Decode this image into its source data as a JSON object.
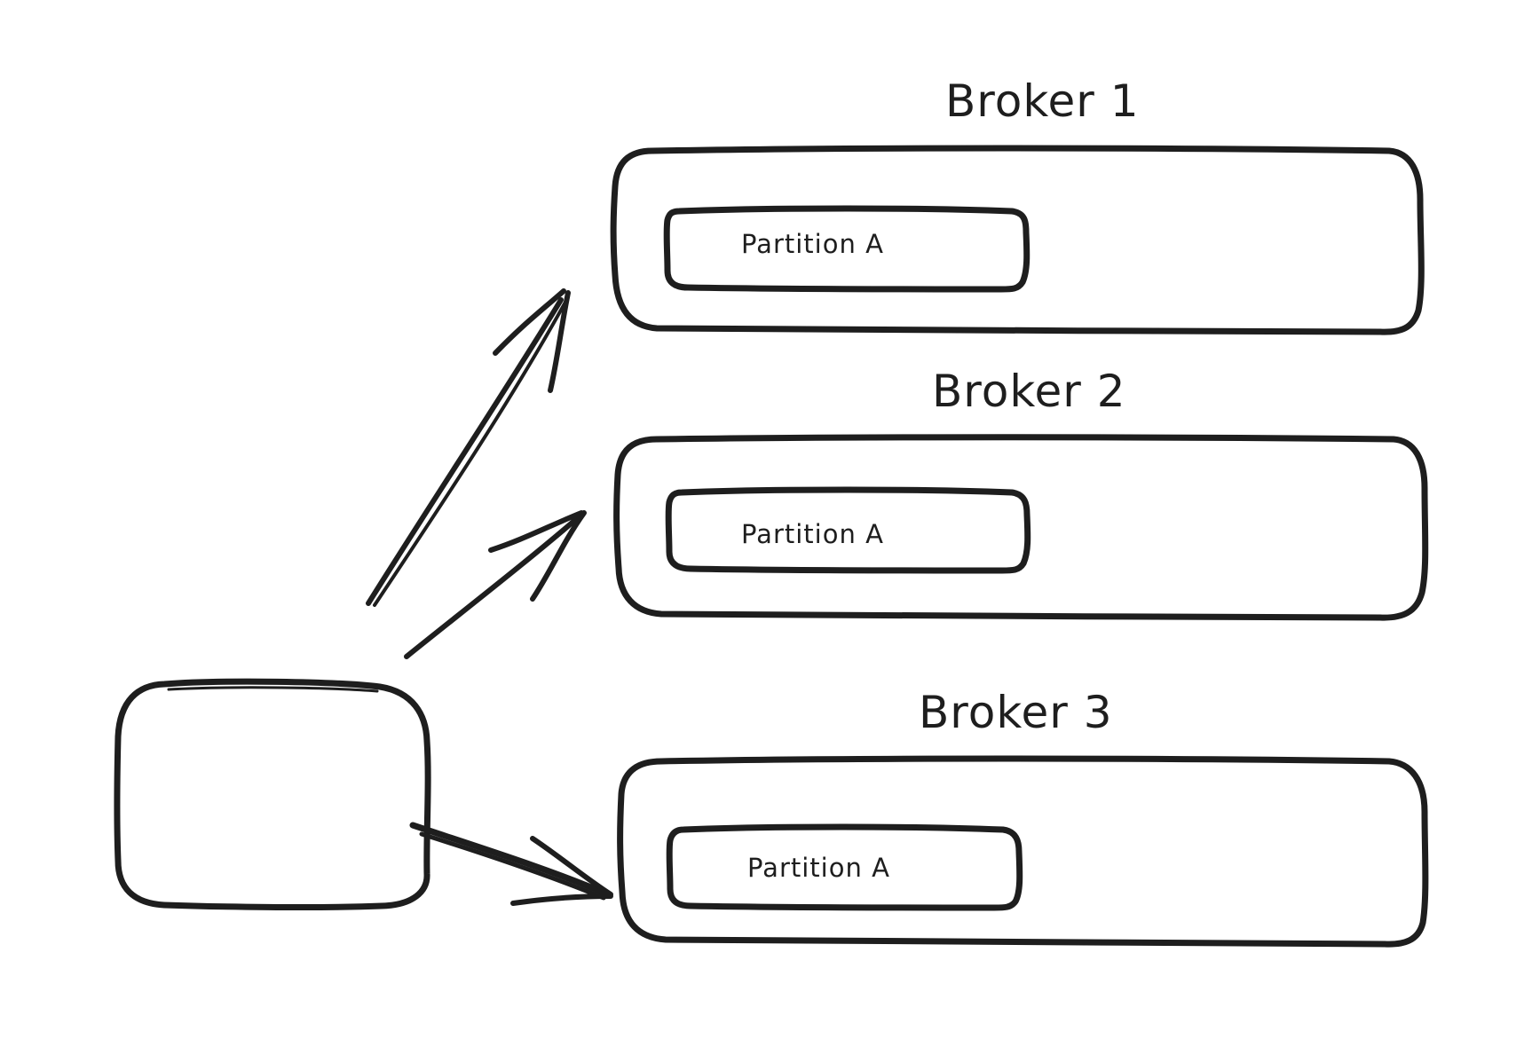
{
  "diagram": {
    "stroke_color": "#1e1e1e",
    "background": "#ffffff",
    "brokers": [
      {
        "title": "Broker 1",
        "partition": "Partition A"
      },
      {
        "title": "Broker 2",
        "partition": "Partition A"
      },
      {
        "title": "Broker 3",
        "partition": "Partition A"
      }
    ]
  }
}
